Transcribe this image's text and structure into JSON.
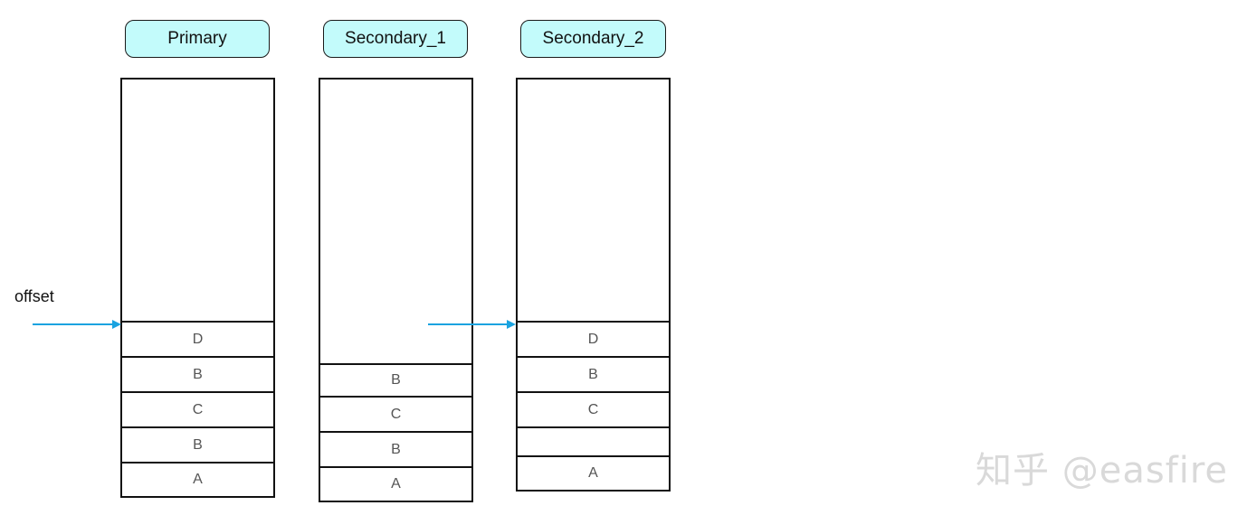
{
  "columns": [
    {
      "title": "Primary",
      "cells": [
        "D",
        "B",
        "C",
        "B",
        "A"
      ]
    },
    {
      "title": "Secondary_1",
      "cells": [
        "B",
        "C",
        "B",
        "A"
      ]
    },
    {
      "title": "Secondary_2",
      "cells": [
        "D",
        "B",
        "C",
        "",
        "A"
      ]
    }
  ],
  "offset_label": "offset",
  "watermark": "知乎 @easfire",
  "colors": {
    "header_fill": "#c3fbfb",
    "arrow": "#1aa3e0",
    "border": "#111111"
  }
}
